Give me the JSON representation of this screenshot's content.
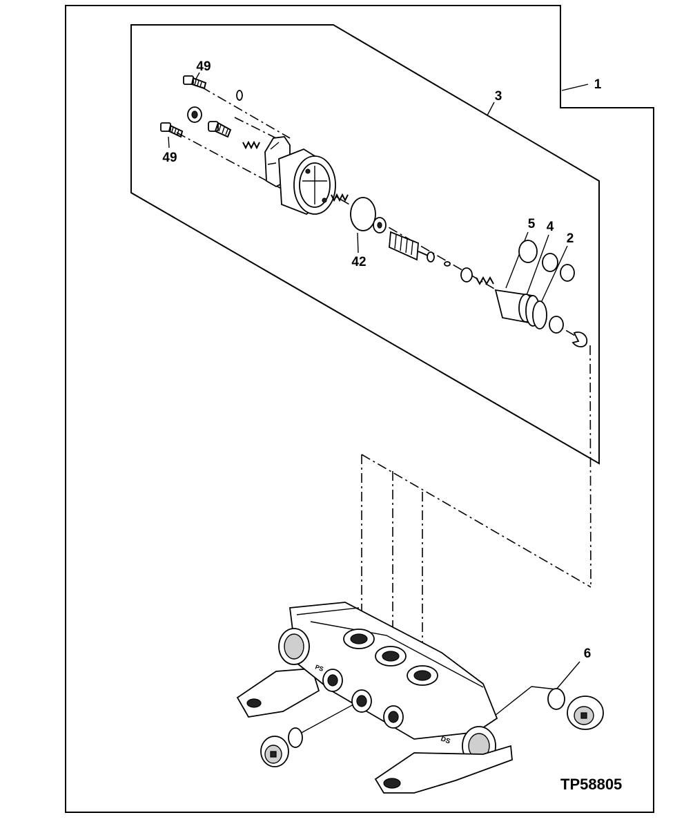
{
  "figure_id": "TP58805",
  "callouts": [
    {
      "id": "callout-1",
      "text": "1"
    },
    {
      "id": "callout-3",
      "text": "3"
    },
    {
      "id": "callout-49-top",
      "text": "49"
    },
    {
      "id": "callout-49-bottom",
      "text": "49"
    },
    {
      "id": "callout-42",
      "text": "42"
    },
    {
      "id": "callout-5",
      "text": "5"
    },
    {
      "id": "callout-4",
      "text": "4"
    },
    {
      "id": "callout-2",
      "text": "2"
    },
    {
      "id": "callout-6",
      "text": "6"
    }
  ],
  "port_marks": {
    "ps": "PS",
    "ds": "DS"
  },
  "colors": {
    "ink": "#000000",
    "paper": "#ffffff"
  }
}
